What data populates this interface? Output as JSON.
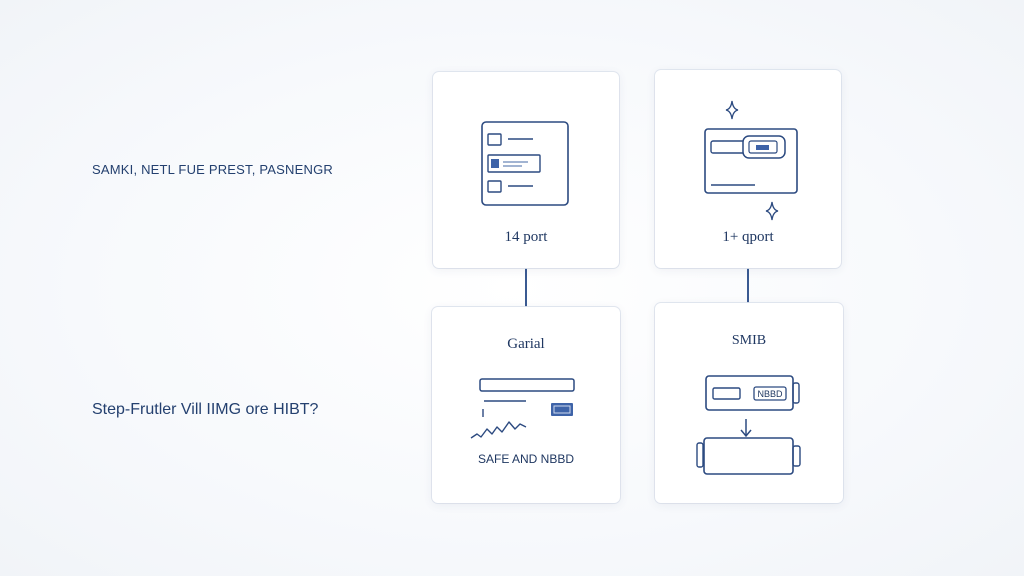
{
  "side_labels": {
    "top": "SAMKI, NETL FUE PREST,  PASNENGR",
    "bottom": "Step-Frutler Vill IIMG ore HIBT?"
  },
  "cards": {
    "top_left": {
      "label": "14 port"
    },
    "top_right": {
      "label": "1+ qport"
    },
    "bottom_left": {
      "title": "Garial",
      "caption": "SAFE AND NBBD"
    },
    "bottom_right": {
      "title": "SMIB",
      "badge": "NBBD"
    }
  },
  "colors": {
    "stroke": "#2c4a80",
    "accent_fill": "#3e63a8",
    "text": "#1f3761"
  }
}
